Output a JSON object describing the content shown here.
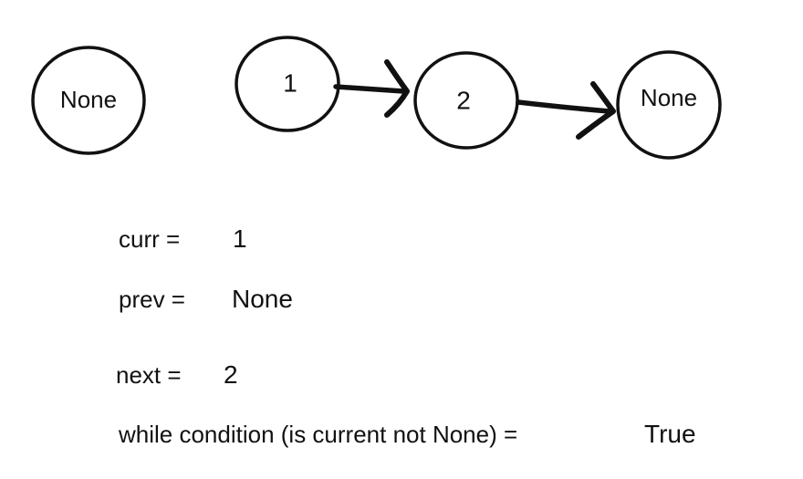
{
  "nodes": [
    {
      "id": "none-left",
      "label": "None"
    },
    {
      "id": "one",
      "label": "1"
    },
    {
      "id": "two",
      "label": "2"
    },
    {
      "id": "none-right",
      "label": "None"
    }
  ],
  "variables": {
    "curr": {
      "label": "curr =",
      "value": "1"
    },
    "prev": {
      "label": "prev =",
      "value": "None"
    },
    "next": {
      "label": "next =",
      "value": "2"
    },
    "while_condition": {
      "label": "while condition (is current not None) =",
      "value": "True"
    }
  },
  "colors": {
    "ink": "#111111",
    "background": "#ffffff"
  }
}
